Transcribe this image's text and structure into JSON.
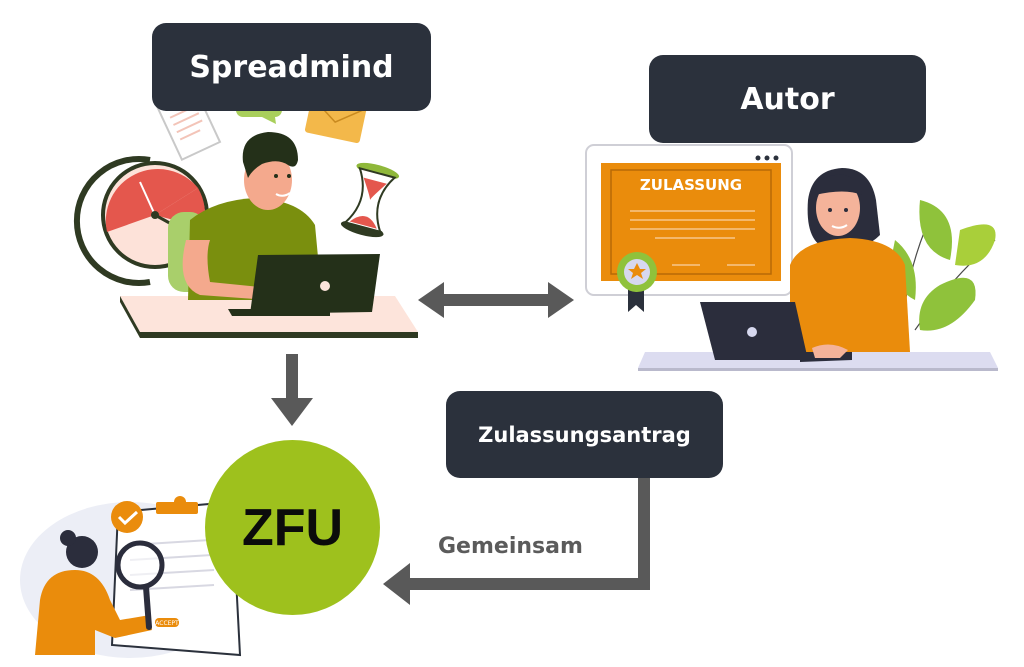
{
  "diagram": {
    "nodes": {
      "spreadmind": {
        "label": "Spreadmind"
      },
      "autor": {
        "label": "Autor"
      },
      "zfu": {
        "label": "ZFU"
      },
      "antrag": {
        "label": "Zulassungsantrag"
      }
    },
    "certificate": {
      "title": "ZULASSUNG"
    },
    "clipboard_tag": "ACCEPT",
    "edges": [
      {
        "from": "Spreadmind",
        "to": "Autor",
        "type": "bidirectional",
        "label": ""
      },
      {
        "from": "Spreadmind",
        "to": "ZFU",
        "type": "directed",
        "label": ""
      },
      {
        "from": "Zulassungsantrag",
        "to": "ZFU",
        "type": "directed",
        "label": "Gemeinsam"
      }
    ],
    "colors": {
      "label_box": "#2b313c",
      "arrow": "#595959",
      "zfu_green": "#9ec11d",
      "orange": "#ea8c0c",
      "shirt_green": "#7a8f0e"
    }
  }
}
